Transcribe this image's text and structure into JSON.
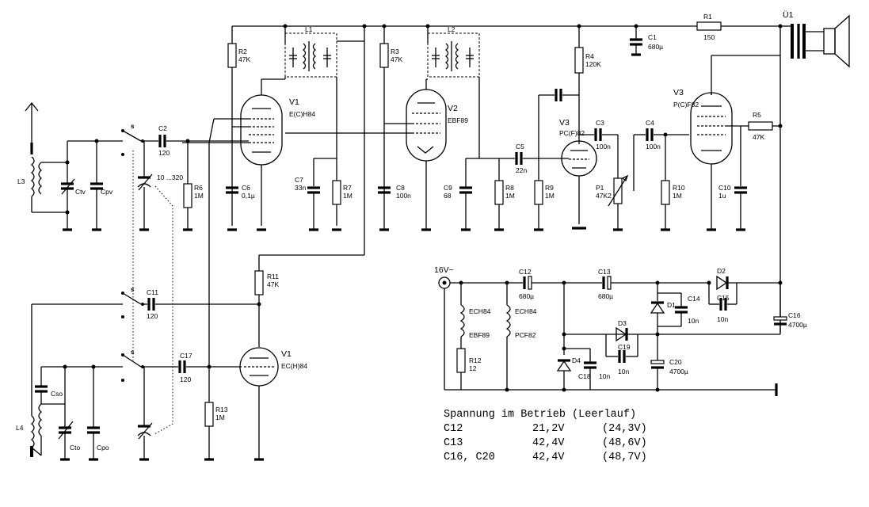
{
  "components": {
    "R1": {
      "name": "R1",
      "value": "150"
    },
    "R2": {
      "name": "R2",
      "value": "47K"
    },
    "R3": {
      "name": "R3",
      "value": "47K"
    },
    "R4": {
      "name": "R4",
      "value": "120K"
    },
    "R5": {
      "name": "R5",
      "value": "47K"
    },
    "R6": {
      "name": "R6",
      "value": "1M"
    },
    "R7": {
      "name": "R7",
      "value": "1M"
    },
    "R8": {
      "name": "R8",
      "value": "1M"
    },
    "R9": {
      "name": "R9",
      "value": "1M"
    },
    "R10": {
      "name": "R10",
      "value": "1M"
    },
    "R11": {
      "name": "R11",
      "value": "47K"
    },
    "R12": {
      "name": "R12",
      "value": "12"
    },
    "R13": {
      "name": "R13",
      "value": "1M"
    },
    "C1": {
      "name": "C1",
      "value": "680µ"
    },
    "C2": {
      "name": "C2",
      "value": "120"
    },
    "C3": {
      "name": "C3",
      "value": "100n"
    },
    "C4": {
      "name": "C4",
      "value": "100n"
    },
    "C5": {
      "name": "C5",
      "value": "22n"
    },
    "C6": {
      "name": "C6",
      "value": "0,1µ"
    },
    "C7": {
      "name": "C7",
      "value": "33n"
    },
    "C8": {
      "name": "C8",
      "value": "100n"
    },
    "C9": {
      "name": "C9",
      "value": "68"
    },
    "C10": {
      "name": "C10",
      "value": "1u"
    },
    "C11": {
      "name": "C11",
      "value": "120"
    },
    "C12": {
      "name": "C12",
      "value": "680µ"
    },
    "C13": {
      "name": "C13",
      "value": "680µ"
    },
    "C14": {
      "name": "C14",
      "value": "10n"
    },
    "C15": {
      "name": "C15",
      "value": "10n"
    },
    "C16": {
      "name": "C16",
      "value": "4700µ"
    },
    "C17": {
      "name": "C17",
      "value": "120"
    },
    "C18": {
      "name": "C18",
      "value": "10n"
    },
    "C19": {
      "name": "C19",
      "value": "10n"
    },
    "C20": {
      "name": "C20",
      "value": "4700µ"
    },
    "P1": {
      "name": "P1",
      "value": "47K2"
    },
    "Ctv": "Ctv",
    "Cpv": "Cpv",
    "Cso": "Cso",
    "Cto": "Cto",
    "Cpo": "Cpo",
    "L1": "L1",
    "L2": "L2",
    "L3": "L3",
    "L4": "L4",
    "D1": "D1",
    "D2": "D2",
    "D3": "D3",
    "D4": "D4",
    "U1": "Ü1",
    "var_cap": "10 ...320",
    "sw": "s"
  },
  "tubes": {
    "v1_top": {
      "name": "V1",
      "type": "E(C)H84"
    },
    "v2": {
      "name": "V2",
      "type": "EBF89"
    },
    "v3_triode": {
      "name": "V3",
      "type": "PC(F)82"
    },
    "v3_pent": {
      "name": "V3",
      "type": "P(C)F82"
    },
    "v1_bottom": {
      "name": "V1",
      "type": "EC(H)84"
    }
  },
  "heaters": {
    "left": [
      "ECH84",
      "EBF89"
    ],
    "right": [
      "ECH84",
      "PCF82"
    ]
  },
  "supply": "16V~",
  "table": {
    "title": "Spannung im Betrieb (Leerlauf)",
    "rows": [
      {
        "part": "C12",
        "run": "21,2V",
        "idle": "(24,3V)"
      },
      {
        "part": "C13",
        "run": "42,4V",
        "idle": "(48,6V)"
      },
      {
        "part": "C16, C20",
        "run": "42,4V",
        "idle": "(48,7V)"
      }
    ]
  }
}
